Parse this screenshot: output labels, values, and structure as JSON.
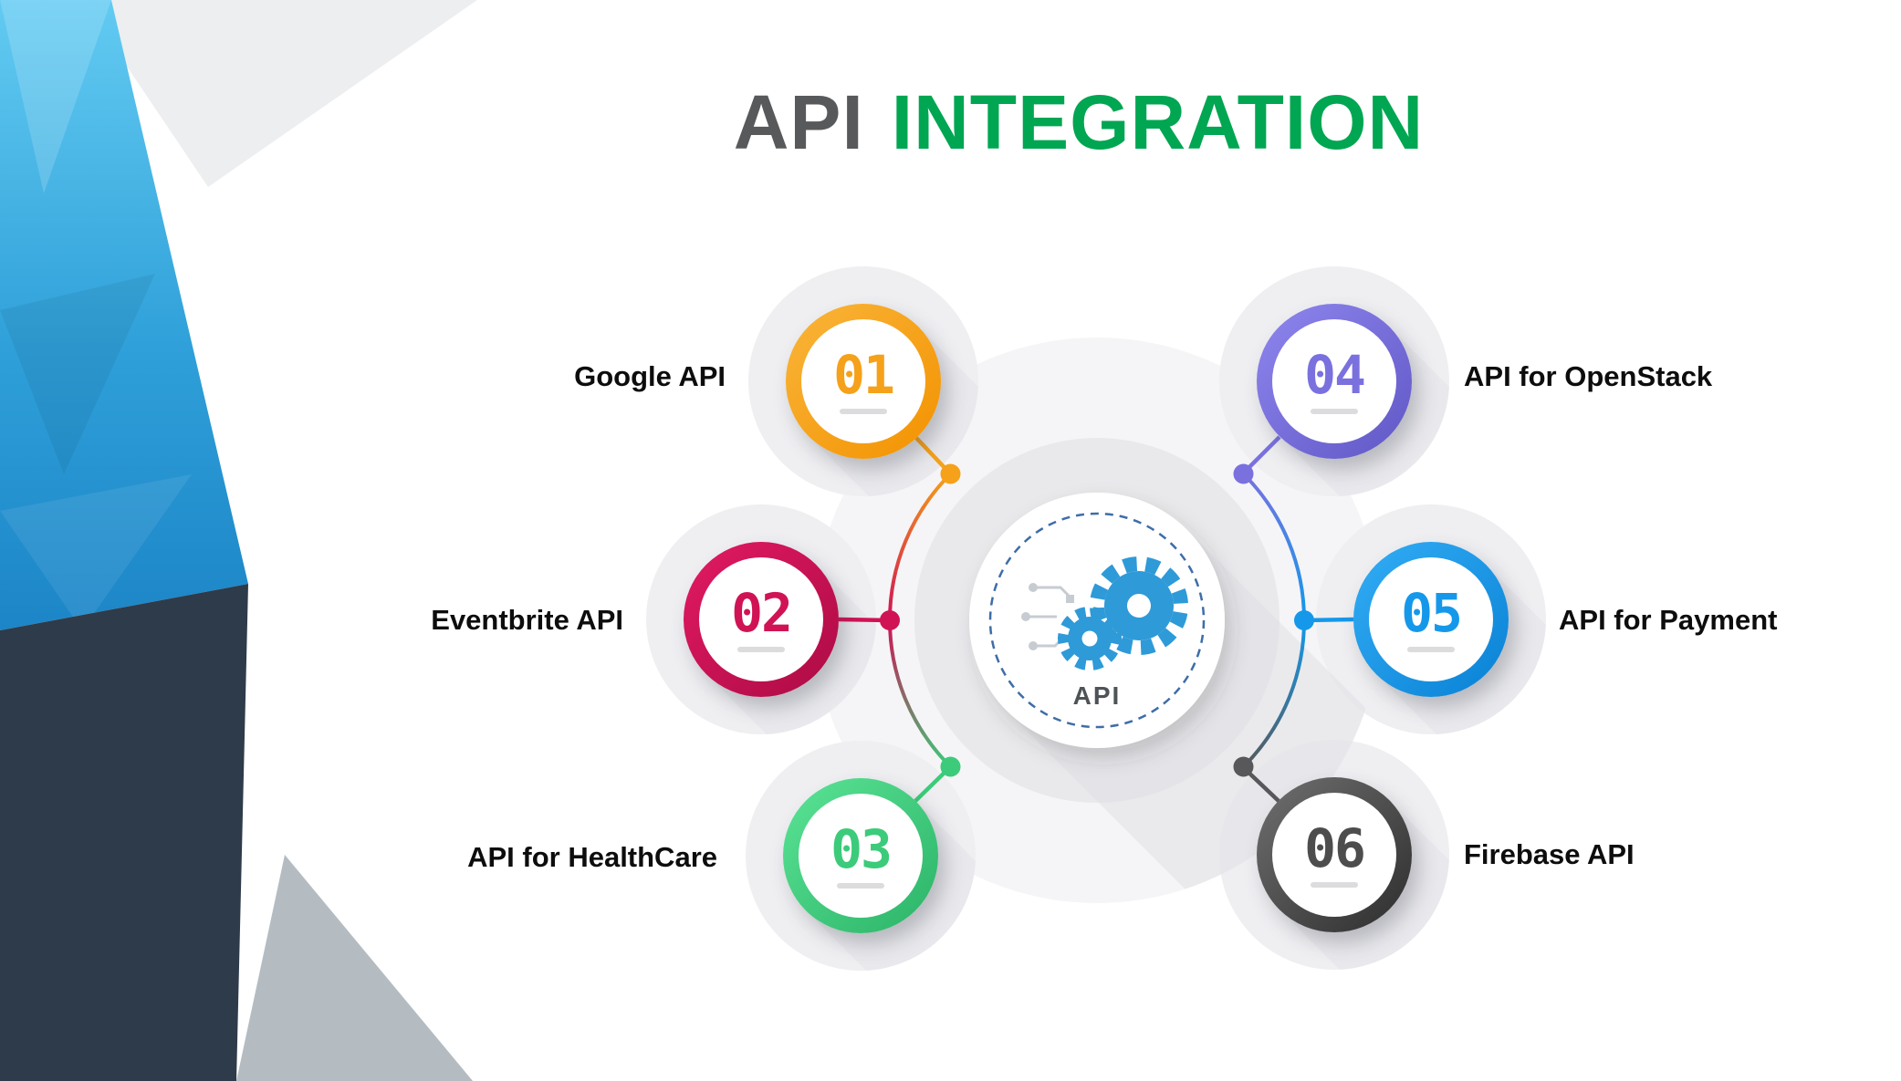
{
  "title": {
    "word1": "API",
    "word2": "INTEGRATION",
    "word1_color": "#58595B",
    "word2_color": "#00A651"
  },
  "center": {
    "label": "API",
    "dashed_ring_color": "#3E6DA8",
    "gear_color": "#2E9AD8"
  },
  "nodes": [
    {
      "number": "01",
      "label": "Google API",
      "color": "#F5A11A",
      "gradient": [
        "#F9B53A",
        "#F39200"
      ]
    },
    {
      "number": "02",
      "label": "Eventbrite API",
      "color": "#D01355",
      "gradient": [
        "#E21A62",
        "#AC0B44"
      ]
    },
    {
      "number": "03",
      "label": "API for HealthCare",
      "color": "#3CCB7A",
      "gradient": [
        "#5BE496",
        "#2BB367"
      ]
    },
    {
      "number": "04",
      "label": "API for OpenStack",
      "color": "#7A71DF",
      "gradient": [
        "#8F86EE",
        "#6057C6"
      ]
    },
    {
      "number": "05",
      "label": "API for Payment",
      "color": "#1598EA",
      "gradient": [
        "#33ADF5",
        "#0981D5"
      ]
    },
    {
      "number": "06",
      "label": "Firebase API",
      "color": "#4D4D4D",
      "gradient": [
        "#707070",
        "#2D2D2D"
      ]
    }
  ],
  "decoration": {
    "light_blue": "#63CBF2",
    "deep_blue": "#1C85C7",
    "navy": "#2E3B4A",
    "bottom_gray": "#B4BCC2",
    "top_gray": "#ECEEF0"
  }
}
